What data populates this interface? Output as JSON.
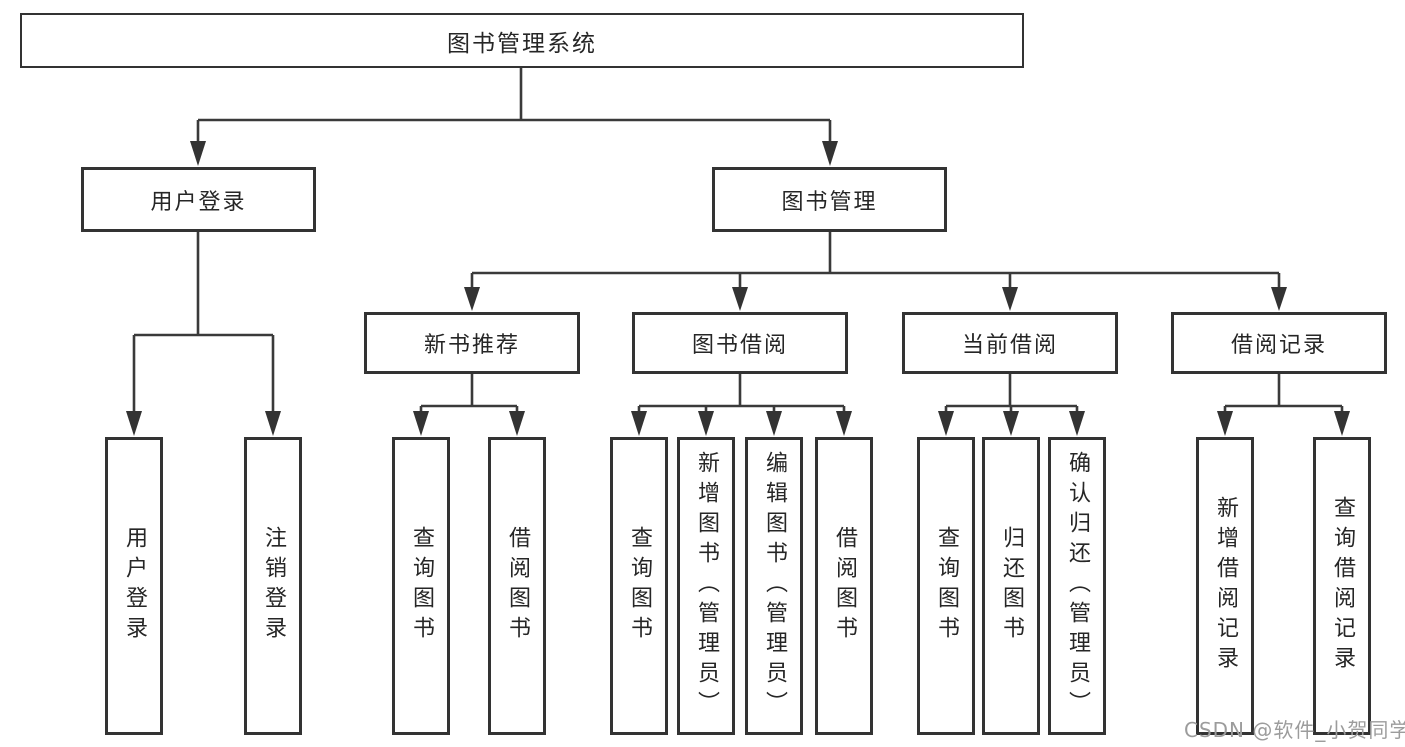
{
  "tree": {
    "root": "图书管理系统",
    "branches": [
      {
        "label": "用户登录",
        "children": [
          "用户登录",
          "注销登录"
        ]
      },
      {
        "label": "图书管理",
        "modules": [
          {
            "label": "新书推荐",
            "children": [
              "查询图书",
              "借阅图书"
            ]
          },
          {
            "label": "图书借阅",
            "children": [
              "查询图书",
              "新增图书（管理员）",
              "编辑图书（管理员）",
              "借阅图书"
            ]
          },
          {
            "label": "当前借阅",
            "children": [
              "查询图书",
              "归还图书",
              "确认归还（管理员）"
            ]
          },
          {
            "label": "借阅记录",
            "children": [
              "新增借阅记录",
              "查询借阅记录"
            ]
          }
        ]
      }
    ]
  },
  "watermark": "CSDN @软件_小贺同学",
  "colors": {
    "line": "#3a3a3a",
    "border": "#333333",
    "text": "#262626",
    "watermark": "#9c9c9c",
    "background": "#ffffff"
  }
}
